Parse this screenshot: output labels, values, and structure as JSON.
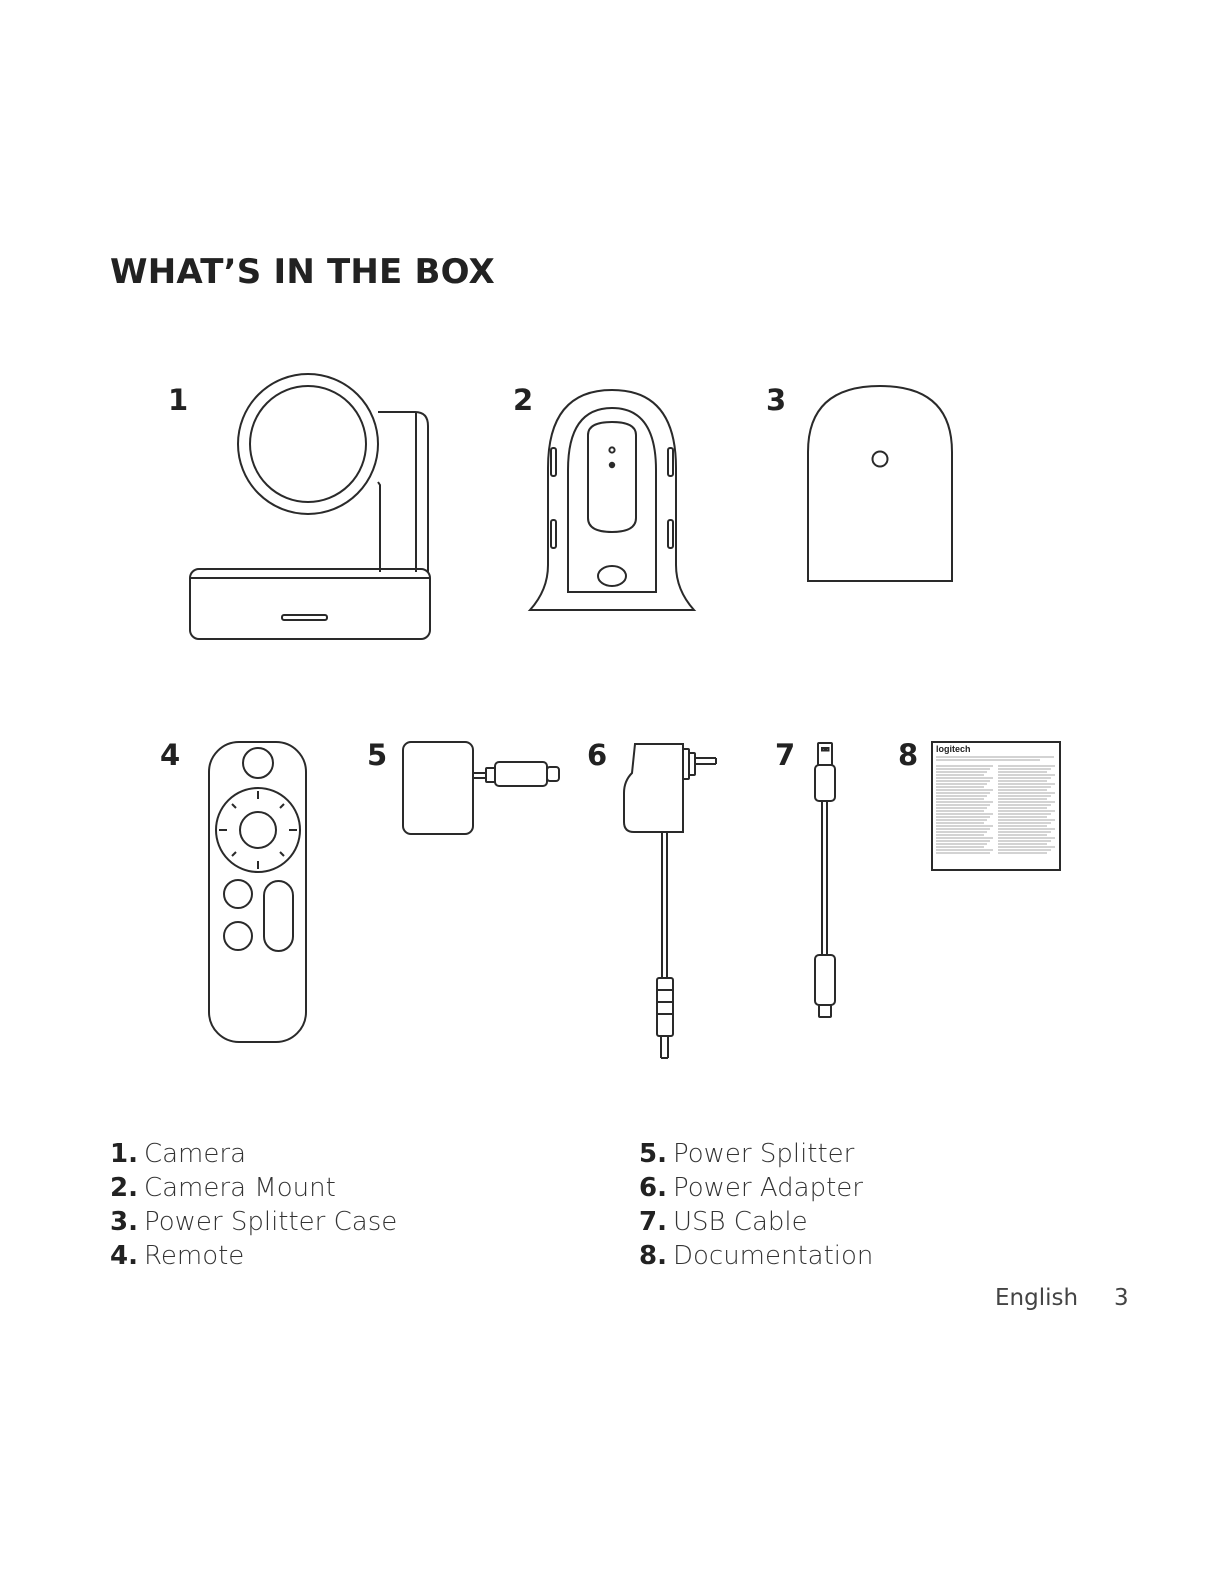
{
  "title": "WHAT’S IN THE BOX",
  "items": [
    {
      "num": "1",
      "list_num": "1.",
      "label": "Camera",
      "icon": "camera-icon"
    },
    {
      "num": "2",
      "list_num": "2.",
      "label": "Camera Mount",
      "icon": "camera-mount-icon"
    },
    {
      "num": "3",
      "list_num": "3.",
      "label": "Power Splitter Case",
      "icon": "power-splitter-case-icon"
    },
    {
      "num": "4",
      "list_num": "4.",
      "label": "Remote",
      "icon": "remote-icon"
    },
    {
      "num": "5",
      "list_num": "5.",
      "label": "Power Splitter",
      "icon": "power-splitter-icon"
    },
    {
      "num": "6",
      "list_num": "6.",
      "label": "Power Adapter",
      "icon": "power-adapter-icon"
    },
    {
      "num": "7",
      "list_num": "7.",
      "label": "USB Cable",
      "icon": "usb-cable-icon"
    },
    {
      "num": "8",
      "list_num": "8.",
      "label": "Documentation",
      "icon": "documentation-icon"
    }
  ],
  "documentation_logo": "logitech",
  "footer": {
    "language": "English",
    "page": "3"
  }
}
